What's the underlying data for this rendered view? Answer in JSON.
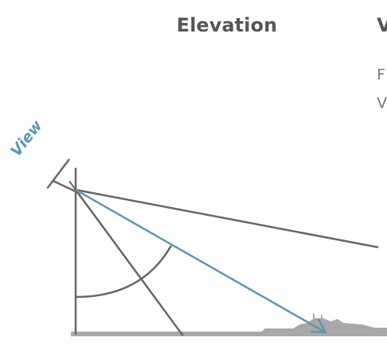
{
  "panel": {
    "heading": "Elevation",
    "clipped_heading": "V",
    "clipped_lines": [
      "F",
      "V"
    ]
  },
  "diagram": {
    "view_label": "View",
    "colors": {
      "line": "#666666",
      "sightline": "#5b97b1",
      "ground": "#a8a8a8",
      "heading": "#555555"
    }
  }
}
